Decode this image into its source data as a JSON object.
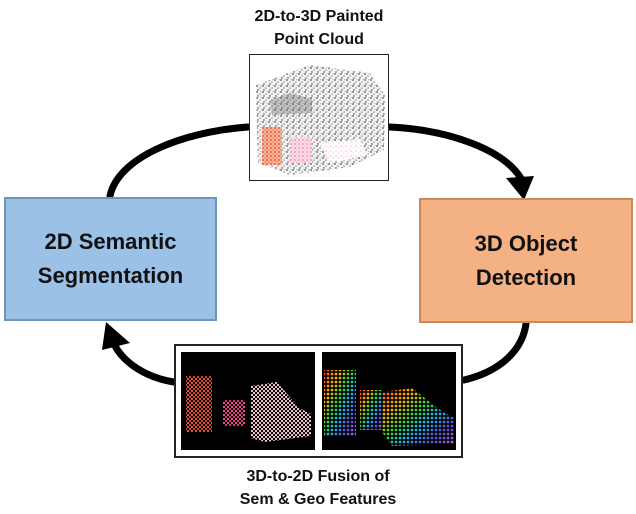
{
  "top_caption": {
    "line1": "2D-to-3D Painted",
    "line2": "Point Cloud"
  },
  "bottom_caption": {
    "line1": "3D-to-2D Fusion of",
    "line2": "Sem & Geo Features"
  },
  "left_box": {
    "line1": "2D Semantic",
    "line2": "Segmentation",
    "fill": "#9bc2e6",
    "border": "#6f95bd"
  },
  "right_box": {
    "line1": "3D Object",
    "line2": "Detection",
    "fill": "#f4b183",
    "border": "#c9895a"
  },
  "images": {
    "painted_point_cloud": "painted-point-cloud-image",
    "semantic_features": "semantic-feature-image",
    "geometric_features": "geometric-feature-image"
  },
  "colors": {
    "arrow": "#000000"
  }
}
